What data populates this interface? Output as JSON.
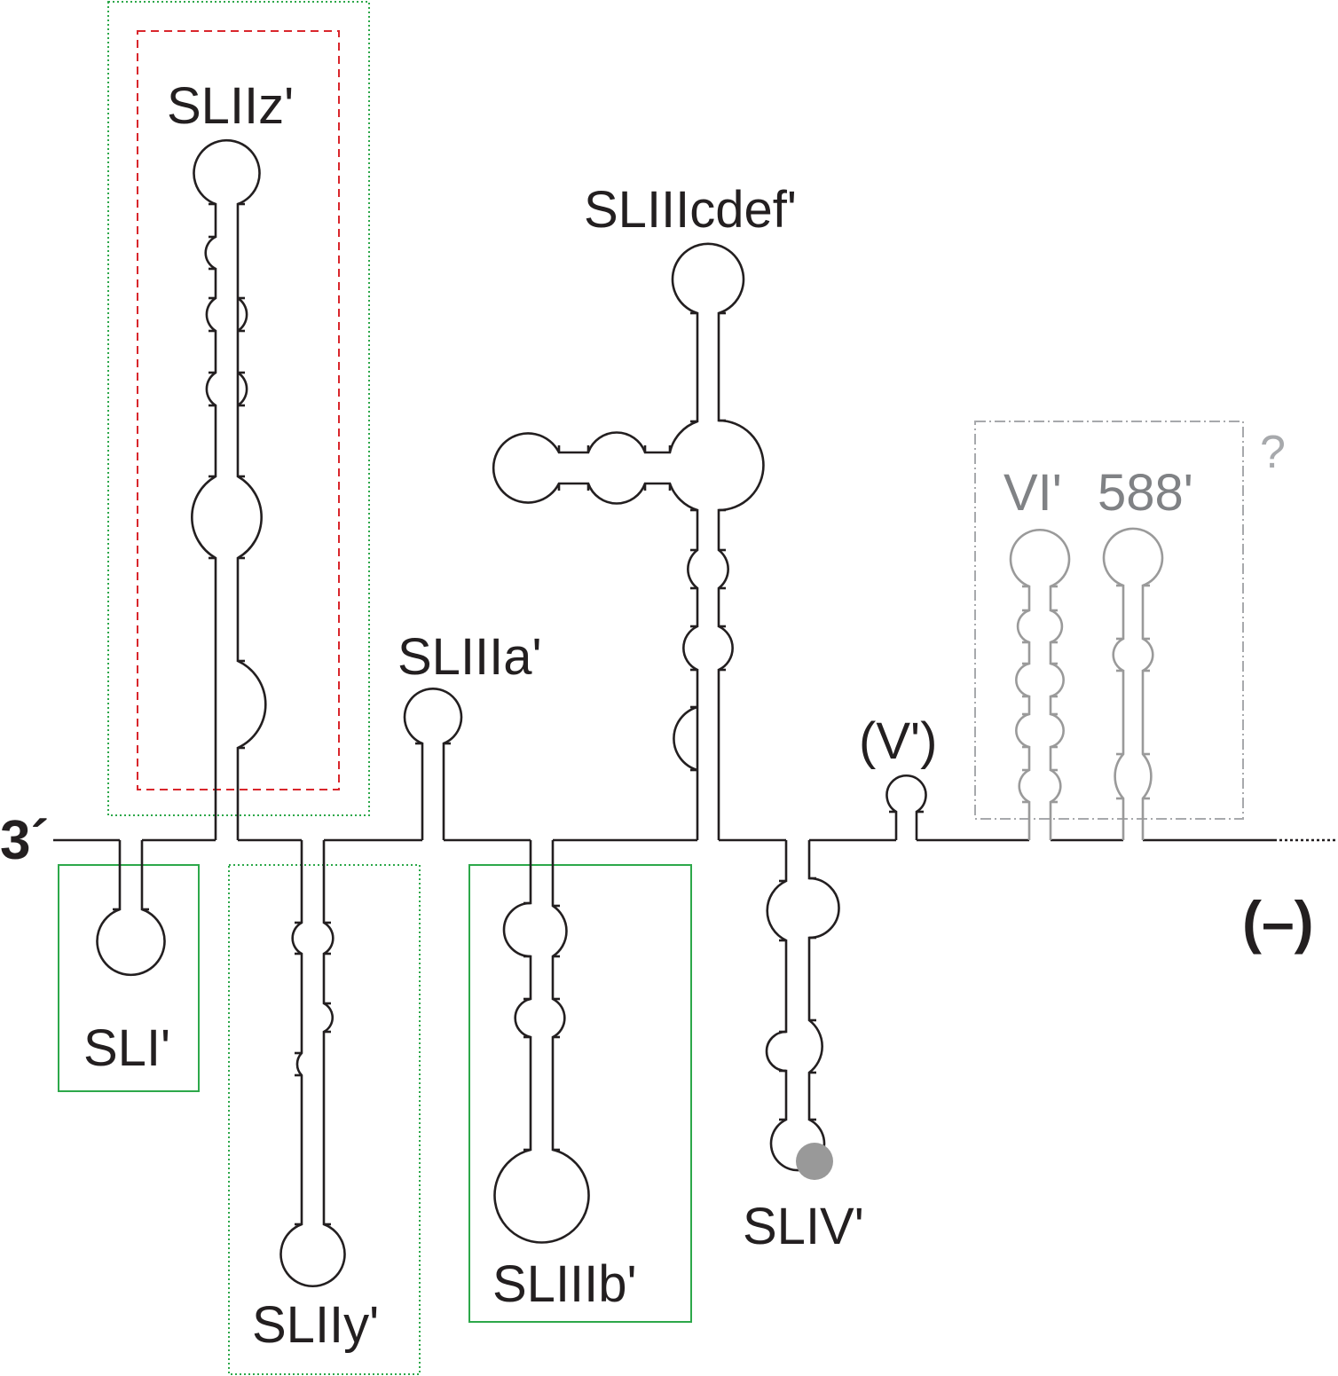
{
  "labels": {
    "end_3prime": "3´",
    "strand": "(–)",
    "sl1": "SLI'",
    "sl2z": "SLIIz'",
    "sl2y": "SLIIy'",
    "sl3a": "SLIIIa'",
    "sl3b": "SLIIIb'",
    "sl3cdef": "SLIIIcdef'",
    "sl4": "SLIV'",
    "sl5": "(V')",
    "sl6": "VI'",
    "sl588": "588'",
    "question": "?"
  },
  "colors": {
    "structure": "#231f20",
    "uncertain_structure": "#9a9a9a",
    "uncertain_label": "#808285",
    "green_box": "#2da84a",
    "red_box": "#d9262c",
    "grey_box": "#a7a9ac",
    "marker": "#999999"
  }
}
